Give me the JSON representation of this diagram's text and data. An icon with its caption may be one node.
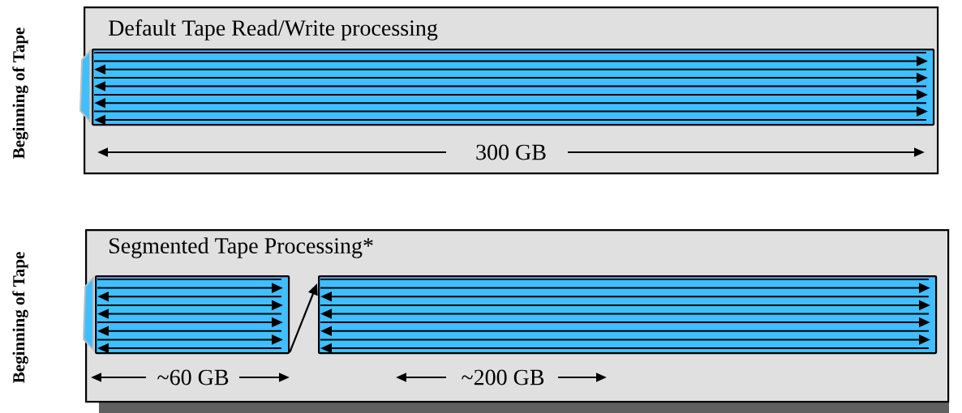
{
  "diagram": {
    "nodes": [
      {
        "text": [
          "Default Tape Read/Write processing"
        ]
      },
      {
        "text": [],
        "shape": "bar",
        "in": 0,
        "beside": [
          "Beginning of Tape",
          "300 GB"
        ]
      },
      {
        "text": [
          "Segmented Tape Processing*"
        ]
      },
      {
        "text": [],
        "shape": "bar",
        "in": 2,
        "beside": [
          "Beginning of Tape",
          "~60 GB"
        ]
      },
      {
        "text": [],
        "shape": "bar",
        "in": 2,
        "beside": [
          "~200 GB"
        ]
      }
    ],
    "edges": [
      {
        "from": 3,
        "to": 4,
        "arrow": "to"
      }
    ]
  }
}
